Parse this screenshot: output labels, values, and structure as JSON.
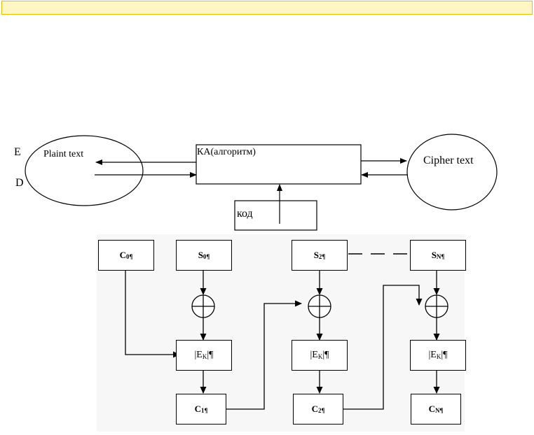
{
  "top": {
    "label_e": "E",
    "label_d": "D",
    "plain_text": "Plaint text",
    "algorithm": "КА(алгоритм)",
    "cipher_text": "Cipher text",
    "key": "код"
  },
  "chain": {
    "c0": {
      "main": "C",
      "sub": "0¶"
    },
    "s0": {
      "main": "S",
      "sub": "0¶"
    },
    "s2": {
      "main": "S",
      "sub": "2¶"
    },
    "sn": {
      "main": "S",
      "sub": "N¶"
    },
    "ek1": {
      "main": "|E",
      "sub": "K",
      "tail": "|¶"
    },
    "ek2": {
      "main": "|E",
      "sub": "K",
      "tail": "|¶"
    },
    "ekn": {
      "main": "|E",
      "sub": "K",
      "tail": "|¶"
    },
    "c1": {
      "main": "C",
      "sub": "1¶"
    },
    "c2": {
      "main": "C",
      "sub": "2¶"
    },
    "cn": {
      "main": "C",
      "sub": "N¶"
    }
  }
}
